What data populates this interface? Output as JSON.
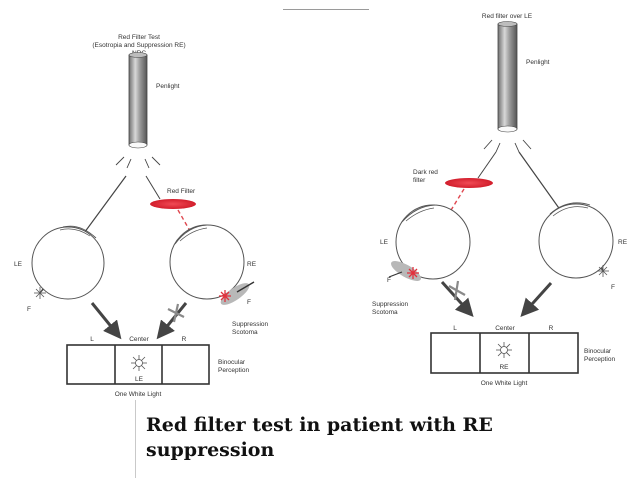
{
  "left_panel": {
    "title_lines": [
      "Red Filter Test",
      "(Esotropia and Suppression RE)",
      "NRC"
    ],
    "penlight": "Penlight",
    "filter": "Red Filter",
    "eye_left": "LE",
    "eye_right": "RE",
    "fixation_left": "F",
    "fixation_right": "F",
    "scotoma_lines": [
      "Suppression",
      "Scotoma"
    ],
    "box_left": "L",
    "box_center": "Center",
    "box_right": "R",
    "box_center_label": "LE",
    "perception_lines": [
      "Binocular",
      "Perception"
    ],
    "bottom": "One White Light"
  },
  "right_panel": {
    "title": "Red filter over LE",
    "penlight": "Penlight",
    "filter_lines": [
      "Dark red",
      "filter"
    ],
    "eye_left": "LE",
    "eye_right": "RE",
    "fixation_left": "F",
    "fixation_right": "F",
    "scotoma_lines": [
      "Suppression",
      "Scotoma"
    ],
    "box_left": "L",
    "box_center": "Center",
    "box_right": "R",
    "box_center_label": "RE",
    "perception_lines": [
      "Binocular",
      "Perception"
    ],
    "bottom": "One White Light"
  },
  "caption": "Red filter test in patient with RE suppression",
  "colors": {
    "red_filter": "#e2303c",
    "red_line": "#e04850",
    "scotoma": "#b8b8b8",
    "box_stroke": "#333333",
    "arrow": "#444444"
  }
}
